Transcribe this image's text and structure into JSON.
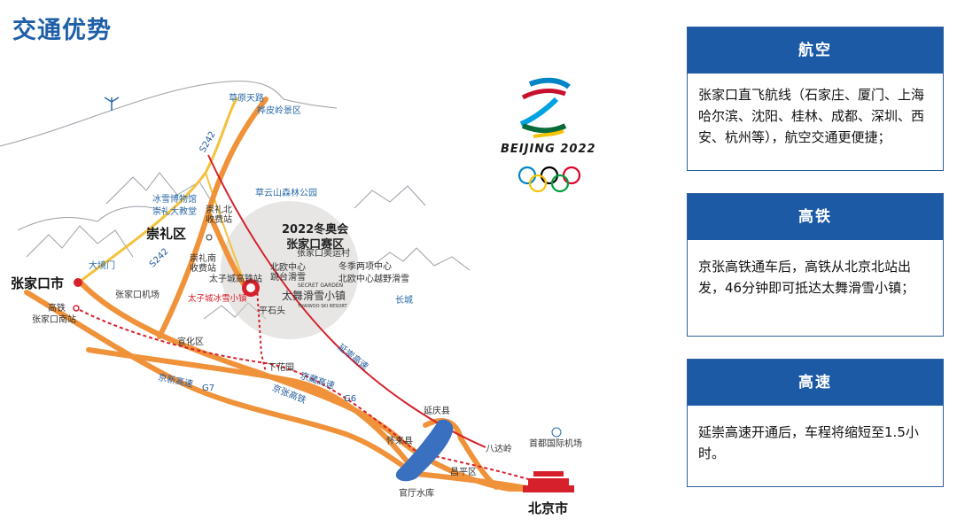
{
  "page": {
    "title": "交通优势"
  },
  "logo": {
    "text": "BEIJING 2022",
    "ring_colors": [
      "#0085c7",
      "#f4c300",
      "#000000",
      "#009f3d",
      "#df0024"
    ]
  },
  "map": {
    "labels": {
      "grassland": "草原天路",
      "birch": "桦皮岭景区",
      "s242_top": "S242",
      "s242_mid": "S242",
      "icesnow_museum": "冰雪博物馆",
      "chongli_church": "崇礼大教堂",
      "chongli_north_toll": "崇礼北\n收费站",
      "caoyun": "草云山森林公园",
      "chongli": "崇礼区",
      "dajingmen": "大境门",
      "chongli_south_toll": "崇礼南\n收费站",
      "zjk_city": "张家口市",
      "zjk_airport": "张家口机场",
      "hsr": "高铁",
      "zjk_south": "张家口南站",
      "winter_games": "2022冬奥会\n张家口赛区",
      "zjk_village": "张家口奥运村",
      "beiou": "北欧中心\n跳台滑雪",
      "biathlon": "冬季两项中心",
      "xc_skiing": "北欧中心越野滑雪",
      "taizicheng_station": "太子城高铁站",
      "taizicheng_town": "太子城冰雪小镇",
      "taiwu_en": "SECRET GARDEN",
      "taiwu": "太舞滑雪小镇",
      "taiwu_sub": "THAIWOO SKI RESORT",
      "great_wall": "长城",
      "pingfang": "平石头",
      "xuanhua": "宣化区",
      "xiahuayuan": "下花园",
      "jingxin": "京新高速",
      "g7": "G7",
      "jingzang": "京藏高速",
      "g6": "G6",
      "jingzhang_rail": "京张高铁",
      "yanchong": "延崇高速",
      "yanqing": "延庆县",
      "huailai": "怀来县",
      "badaling": "八达岭",
      "capital_airport": "首都国际机场",
      "changping": "昌平区",
      "guanting": "官厅水库",
      "beijing": "北京市"
    }
  },
  "panels": [
    {
      "title": "航空",
      "body": "张家口直飞航线（石家庄、厦门、上海哈尔滨、沈阳、桂林、成都、深圳、西安、杭州等），航空交通更便捷；"
    },
    {
      "title": "高铁",
      "body": "京张高铁通车后，高铁从北京北站出发，46分钟即可抵达太舞滑雪小镇；"
    },
    {
      "title": "高速",
      "body": "延崇高速开通后，车程将缩短至1.5小时。"
    }
  ],
  "colors": {
    "accent": "#1d5aa6",
    "highway": "#f0923a",
    "rail": "#d6212c",
    "s242": "#f3c23c"
  }
}
